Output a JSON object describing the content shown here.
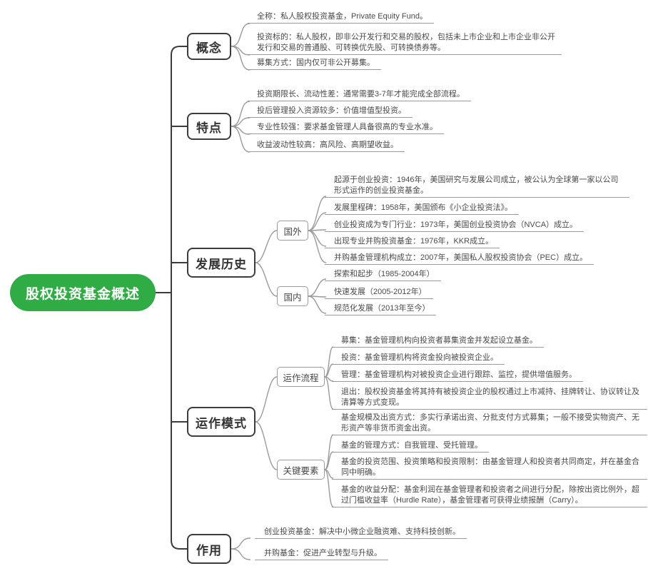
{
  "root": {
    "label": "股权投资基金概述"
  },
  "colors": {
    "root_bg": "#2fac44",
    "root_text": "#ffffff",
    "topic_border": "#3c3c3c",
    "line_gray": "#9a9a9a",
    "leaf_text": "#4a4a4a"
  },
  "branches": [
    {
      "label": "概念",
      "items": [
        {
          "text": "全称：私人股权投资基金，Private Equity Fund。"
        },
        {
          "text": "投资标的：私人股权，即非公开发行和交易的股权，包括未上市企业和上市企业非公开发行和交易的普通股、可转换优先股、可转换债券等。"
        },
        {
          "text": "募集方式：国内仅可非公开募集。"
        }
      ]
    },
    {
      "label": "特点",
      "items": [
        {
          "text": "投资期限长、流动性差：通常需要3-7年才能完成全部流程。"
        },
        {
          "text": "投后管理投入资源较多：价值增值型投资。"
        },
        {
          "text": "专业性较强：要求基金管理人具备很高的专业水准。"
        },
        {
          "text": "收益波动性较高：高风险、高期望收益。"
        }
      ]
    },
    {
      "label": "发展历史",
      "children": [
        {
          "label": "国外",
          "items": [
            {
              "text": "起源于创业投资：1946年，美国研究与发展公司成立，被公认为全球第一家以公司形式运作的创业投资基金。"
            },
            {
              "text": "发展里程碑：1958年，美国颁布《小企业投资法》。"
            },
            {
              "text": "创业投资成为专门行业：1973年，美国创业投资协会（NVCA）成立。"
            },
            {
              "text": "出现专业并购投资基金：1976年，KKR成立。"
            },
            {
              "text": "并购基金管理机构成立：2007年，美国私人股权投资协会（PEC）成立。"
            }
          ]
        },
        {
          "label": "国内",
          "items": [
            {
              "text": "探索和起步（1985-2004年）"
            },
            {
              "text": "快速发展（2005-2012年）"
            },
            {
              "text": "规范化发展（2013年至今）"
            }
          ]
        }
      ]
    },
    {
      "label": "运作模式",
      "children": [
        {
          "label": "运作流程",
          "items": [
            {
              "text": "募集：基金管理机构向投资者募集资金并发起设立基金。"
            },
            {
              "text": "投资：基金管理机构将资金投向被投资企业。"
            },
            {
              "text": "管理：基金管理机构对被投资企业进行跟踪、监控，提供增值服务。"
            },
            {
              "text": "退出：股权投资基金将其持有被投资企业的股权通过上市减持、挂牌转让、协议转让及清算等方式变现。"
            }
          ]
        },
        {
          "label": "关键要素",
          "items": [
            {
              "text": "基金规模及出资方式：多实行承诺出资、分批支付方式募集；一般不接受实物资产、无形资产等非货币资金出资。"
            },
            {
              "text": "基金的管理方式：自我管理、受托管理。"
            },
            {
              "text": "基金的投资范围、投资策略和投资限制：由基金管理人和投资者共同商定，并在基金合同中明确。"
            },
            {
              "text": "基金的收益分配：基金利润在基金管理者和投资者之间进行分配，除按出资比例外，超过门槛收益率（Hurdle Rate），基金管理者可获得业绩报酬（Carry）。"
            }
          ]
        }
      ]
    },
    {
      "label": "作用",
      "items": [
        {
          "text": "创业投资基金：解决中小微企业融资难、支持科技创新。"
        },
        {
          "text": "并购基金：促进产业转型与升级。"
        }
      ]
    }
  ]
}
